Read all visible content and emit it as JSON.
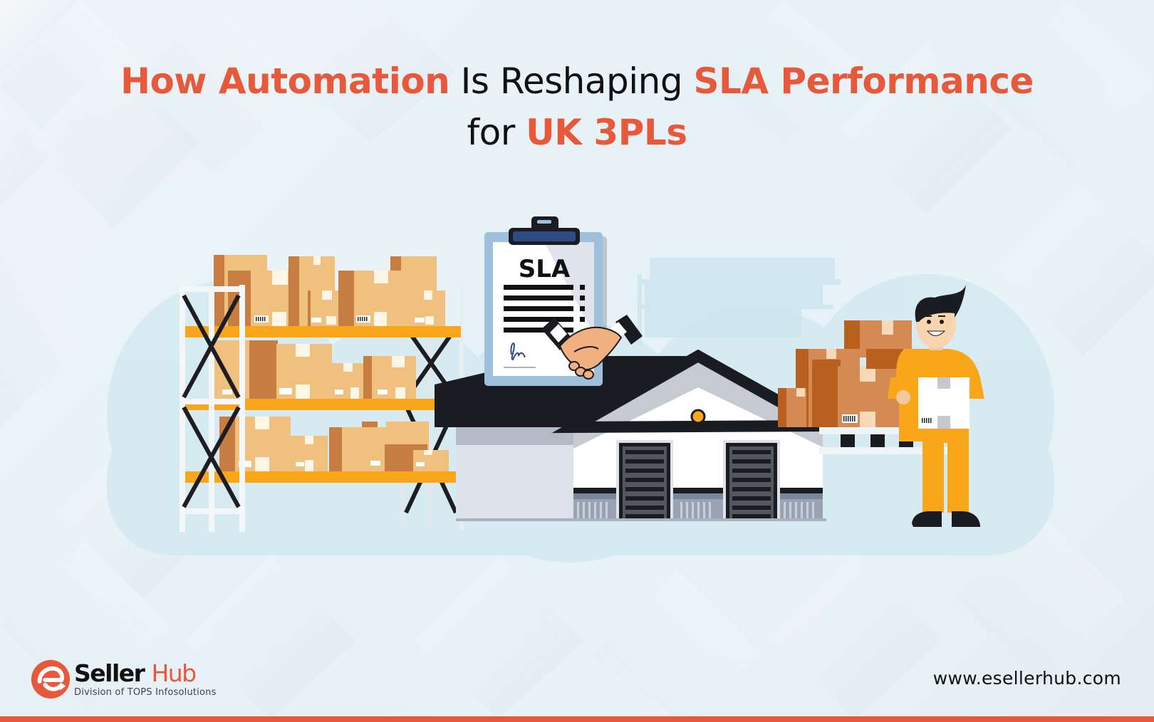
{
  "headline": {
    "line1": [
      {
        "text": "How Automation",
        "style": "accent"
      },
      {
        "text": " Is Reshaping ",
        "style": "plain"
      },
      {
        "text": "SLA Performance",
        "style": "accent"
      }
    ],
    "line2": [
      {
        "text": "for ",
        "style": "plain"
      },
      {
        "text": "UK 3PLs",
        "style": "accent"
      }
    ]
  },
  "illustration": {
    "clipboard_label": "SLA",
    "elements": [
      "warehouse-shelving-with-boxes",
      "sla-clipboard",
      "handshake",
      "warehouse-building",
      "box-stack-on-pallet",
      "worker-holding-box"
    ]
  },
  "brand": {
    "name_part1": "Seller",
    "name_part2": "Hub",
    "tagline": "Division of TOPS Infosolutions",
    "website": "www.esellerhub.com"
  },
  "colors": {
    "accent_orange": "#e8583a",
    "shelf_yellow": "#f9a61a",
    "box_tan": "#f0c07e",
    "box_brown": "#c87d42",
    "dark": "#1b1b22",
    "background": "#e8f3f8"
  }
}
